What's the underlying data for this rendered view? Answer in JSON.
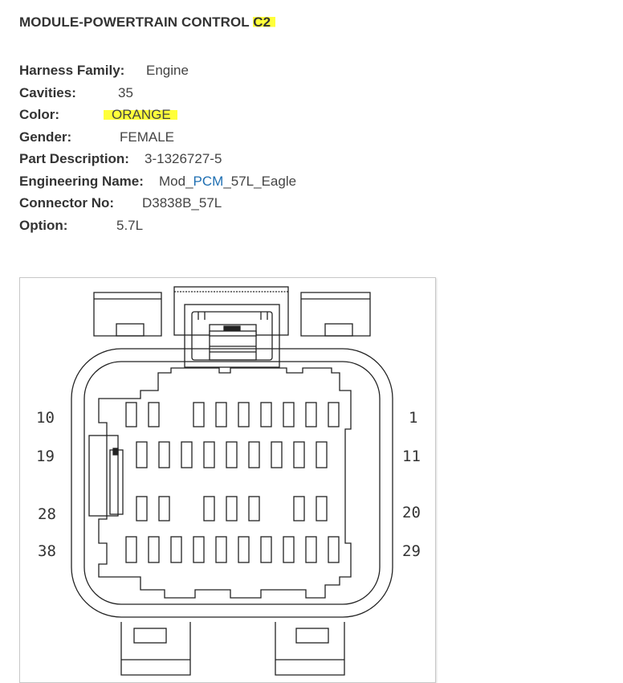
{
  "header": {
    "title_prefix": "MODULE-POWERTRAIN CONTROL ",
    "title_highlight": "C2"
  },
  "specs": {
    "harness_family": {
      "label": "Harness Family:",
      "value": "Engine"
    },
    "cavities": {
      "label": "Cavities:",
      "value": "35"
    },
    "color": {
      "label": "Color:",
      "value": "ORANGE"
    },
    "gender": {
      "label": "Gender:",
      "value": "FEMALE"
    },
    "part_description": {
      "label": "Part Description:",
      "value": "3-1326727-5"
    },
    "engineering_name": {
      "label": "Engineering Name:",
      "value_prefix": "Mod_",
      "value_link": "PCM",
      "value_suffix": "_57L_Eagle"
    },
    "connector_no": {
      "label": "Connector No:",
      "value": "D3838B_57L"
    },
    "option": {
      "label": "Option:",
      "value": "5.7L"
    }
  },
  "connector_diagram": {
    "pin_labels_left": [
      "10",
      "19",
      "28",
      "38"
    ],
    "pin_labels_right": [
      "1",
      "11",
      "20",
      "29"
    ]
  }
}
